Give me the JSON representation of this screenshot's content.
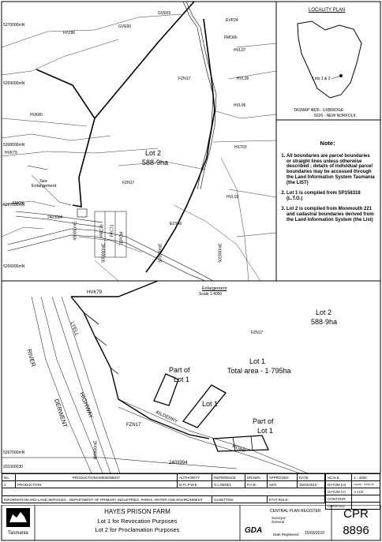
{
  "top_map": {
    "grid_n": [
      "5270000mN",
      "5269000mN",
      "5268000mN",
      "5267000mN",
      "5266000mN"
    ],
    "grid_e": [
      "499000mE",
      "500000mE",
      "501000mE",
      "502000mE"
    ],
    "parcels": [
      "GVE69",
      "GVE90",
      "FPZ86",
      "EVP24",
      "FMO6h",
      "HVL07",
      "HVL35",
      "HVK80",
      "FZN17",
      "HVL06",
      "HXT03",
      "HVK79",
      "FZN17",
      "HVL02",
      "EZY46",
      "2403994",
      "FMO3",
      "PRC70",
      "FRC71",
      "TEPCM"
    ],
    "lot2_name": "Lot 2",
    "lot2_area": "588·9ha",
    "see_enlargement": "See Enlargement",
    "road_labels": [
      "HVK79",
      "FZN17"
    ]
  },
  "locality": {
    "title": "LOCALITY PLAN",
    "marker_label": "Lots 1 & 2",
    "tasmap_1": "TASMAP   4826  -  UXBRIDGE",
    "tasmap_2": "5026  -  NEW NORFOLK"
  },
  "notes": {
    "title": "Note:",
    "items": [
      "All boundaries are parcel boundaries or straight lines unless otherwise described ; details of individual parcel boundaries may be accessed through the Land Information System Tasmania (the LIST)",
      "Lot 1 is compiled from SP158318 (L.T.O.)",
      "Lot 2 is compiled from Monmouth 221 and cadastral boundaries derived from the Land Information System (the List)"
    ]
  },
  "enlargement": {
    "title": "Enlargement",
    "scale": "Scale 1:4000",
    "hvk": "HVK79",
    "lot2_name": "Lot 2",
    "lot2_area": "588·9ha",
    "fzn_top": "FZN17",
    "lot1_name": "Lot 1",
    "lot1_total": "Total  area  -  1·795ha",
    "part_a_1": "Part of",
    "part_a_2": "Lot 1",
    "lot1_small": "Lot 1",
    "part_b_1": "Part of",
    "part_b_2": "Lot 1",
    "lyell": "LYELL",
    "river": "RIVER",
    "derwent": "DERWENT",
    "highway": "HIGHWAY",
    "kilderry": "KILDERRY",
    "road": "ROAD",
    "fzn_bottom": "FZN17",
    "grid_n": "5267000mN",
    "grid_n2": "201000030",
    "grid_e": "499900mE",
    "parcel_bottom": "2403994"
  },
  "title_block": {
    "headers": [
      "No.",
      "PRODUCTION/AMENDMENT",
      "AUTHORITY",
      "REFERENCE",
      "DRAWN",
      "APPROVED",
      "DATE"
    ],
    "row": [
      "1",
      "PRODUCTION",
      "D.P.I.P.W.E.",
      "S.L.8946/1",
      "P.A.B.",
      "",
      "15/03/2010"
    ],
    "approved_sig": "AEH",
    "scale_label": "SCALE",
    "scale_value": "1 : 4000",
    "datum_h_label": "DATUM (H)",
    "datum_h_value": "GDA94 - ZONE 55",
    "datum_v_label": "DATUM (V)",
    "datum_v_value": "A.H.D.",
    "contour_label": "CONTOUR",
    "charted_label": "CHARTED",
    "info_line": "INFORMATION AND LAND SERVICES - DEPARTMENT OF PRIMARY INDUSTRIES, PARKS, WATER AND ENVIRONMENT",
    "gazetted": "GAZETTED:",
    "stat_rule": "STAT RULE:",
    "logo_text": "Tasmania",
    "farm_name": "HAYES  PRISON  FARM",
    "purpose_1": "Lot 1  for  Revocation  Purposes",
    "purpose_2": "Lot 2  for  Proclamation  Purposes",
    "register": "CENTRAL  PLAN  REGISTER",
    "surveyor": "Surveyor General",
    "gda": "GDA",
    "reg_date_label": "Date  Registered",
    "reg_date": "15/03/2010",
    "plan_type": "CPR",
    "plan_no": "8896"
  }
}
